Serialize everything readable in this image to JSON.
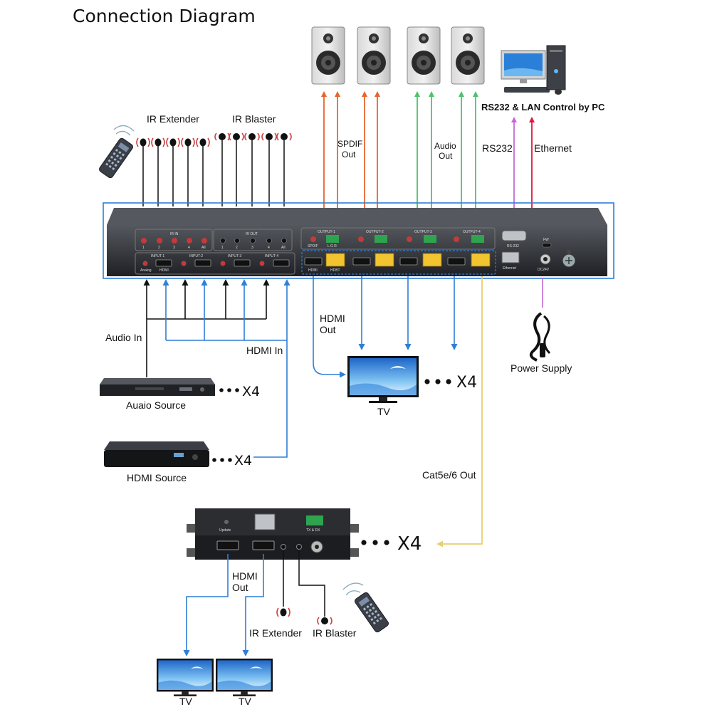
{
  "title": "Connection Diagram",
  "labels": {
    "ir_extender": "IR Extender",
    "ir_blaster": "IR Blaster",
    "spdif_out": [
      "SPDIF",
      "Out"
    ],
    "audio_out": [
      "Audio",
      "Out"
    ],
    "rs232_lan": "RS232 & LAN Control by PC",
    "rs232": "RS232",
    "ethernet": "Ethernet",
    "audio_in": "Audio In",
    "hdmi_in": "HDMI In",
    "hdmi_out": [
      "HDMI",
      "Out"
    ],
    "tv": "TV",
    "power_supply": "Power Supply",
    "audio_source": "Auaio Source",
    "hdmi_source": "HDMI Source",
    "cat_out": "Cat5e/6 Out",
    "x4": "X4",
    "rx_hdmi_out": [
      "HDMI",
      "Out"
    ],
    "rx_ir_extender": "IR Extender",
    "rx_ir_blaster": "IR Blaster"
  },
  "panel": {
    "ir_in": "IR IN",
    "ir_out": "IR OUT",
    "ir_in_ports": [
      "1",
      "2",
      "3",
      "4",
      "All"
    ],
    "ir_out_ports": [
      "1",
      "2",
      "3",
      "4",
      "All"
    ],
    "inputs": [
      "INPUT-1",
      "INPUT-2",
      "INPUT-3",
      "INPUT-4"
    ],
    "input_port_labels": [
      "Analog",
      "HDMI"
    ],
    "outputs": [
      "OUTPUT-1",
      "OUTPUT-2",
      "OUTPUT-3",
      "OUTPUT-4"
    ],
    "output_port_labels": [
      "SPDIF",
      "L G R",
      "HDMI",
      "HDBT"
    ],
    "rs232": "RS-232",
    "fw": "FW",
    "ethernet": "Ethernet",
    "dc": "DC24V"
  },
  "receiver": {
    "update": "Update",
    "txrx": "TX & RX"
  },
  "colors": {
    "arrow_orange": "#e8652a",
    "arrow_green": "#4cc46b",
    "arrow_blue": "#2f7fd6",
    "arrow_magenta": "#c56ad6",
    "arrow_red": "#e3173d",
    "arrow_yellow": "#e8cf6e",
    "arrow_black": "#111111",
    "panel_frame": "#2f7fd6",
    "device_body": "#2b2d31"
  }
}
